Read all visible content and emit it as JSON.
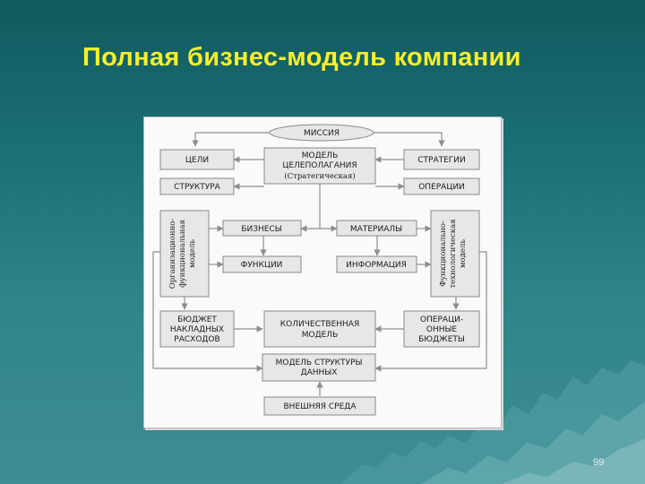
{
  "slide": {
    "title": "Полная бизнес-модель компании",
    "page_number": "99"
  },
  "diagram": {
    "mission": "МИССИЯ",
    "goals": "ЦЕЛИ",
    "strategies": "СТРАТЕГИИ",
    "goal_model_line1": "МОДЕЛЬ",
    "goal_model_line2": "ЦЕЛЕПОЛАГАНИЯ",
    "goal_model_line3": "(Стратегическая)",
    "structure": "СТРУКТУРА",
    "operations": "ОПЕРАЦИИ",
    "org_model_line1": "Организационно-",
    "org_model_line2": "функциональная",
    "org_model_line3": "модель",
    "func_model_line1": "Функционально-",
    "func_model_line2": "технологическая",
    "func_model_line3": "модель",
    "businesses": "БИЗНЕСЫ",
    "materials": "МАТЕРИАЛЫ",
    "functions": "ФУНКЦИИ",
    "information": "ИНФОРМАЦИЯ",
    "overhead_line1": "БЮДЖЕТ",
    "overhead_line2": "НАКЛАДНЫХ",
    "overhead_line3": "РАСХОДОВ",
    "quant_line1": "КОЛИЧЕСТВЕННАЯ",
    "quant_line2": "МОДЕЛЬ",
    "opbudget_line1": "ОПЕРАЦИ-",
    "opbudget_line2": "ОННЫЕ",
    "opbudget_line3": "БЮДЖЕТЫ",
    "datamodel_line1": "МОДЕЛЬ СТРУКТУРЫ",
    "datamodel_line2": "ДАННЫХ",
    "environment": "ВНЕШНЯЯ СРЕДА"
  },
  "colors": {
    "title": "#f6ef2a",
    "background": "#1b6f74",
    "box_fill": "#e7e7e7",
    "connector": "#8e8e8e"
  }
}
